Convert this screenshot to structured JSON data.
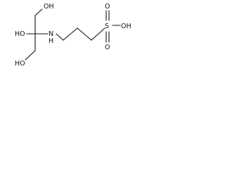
{
  "molecule": {
    "atoms": {
      "oh_top": "OH",
      "oh_left": "HO",
      "oh_bottom": "HO",
      "nh": "N",
      "nh_h": "H",
      "s": "S",
      "o_top": "O",
      "o_bottom": "O",
      "oh_right": "OH"
    }
  }
}
